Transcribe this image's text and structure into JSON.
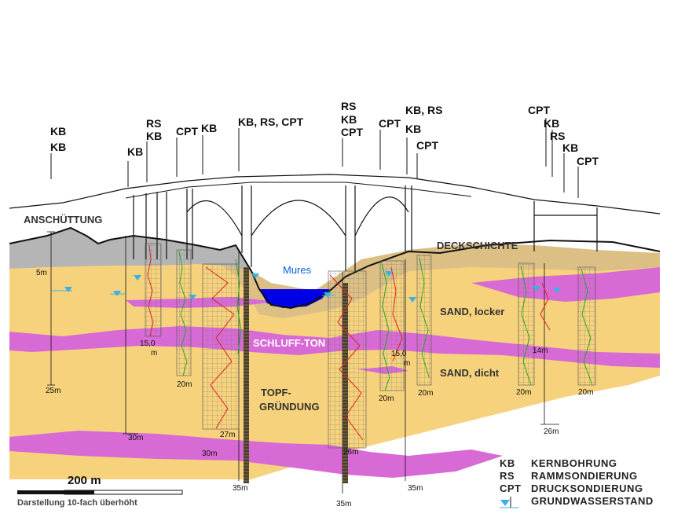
{
  "labels": {
    "anschuettung": "ANSCHÜTTUNG",
    "deckschichte": "DECKSCHICHTE",
    "mures": "Mures",
    "sand_locker": "SAND, locker",
    "schluff_ton": "SCHLUFF-TON",
    "sand_dicht": "SAND, dicht",
    "topf_1": "TOPF-",
    "topf_2": "GRÜNDUNG"
  },
  "boreholes": {
    "t1": "KB",
    "t2": "KB",
    "t3": "RS",
    "t4": "KB",
    "t5": "KB",
    "t6": "CPT",
    "t7": "KB",
    "t8": "KB, RS, CPT",
    "t9": "RS",
    "t10": "KB",
    "t11": "CPT",
    "t12": "CPT",
    "t13": "KB, RS",
    "t14": "KB",
    "t15": "CPT",
    "t16": "CPT",
    "t17": "KB",
    "t18": "RS",
    "t19": "KB",
    "t20": "CPT"
  },
  "depths": {
    "d1": "5m",
    "d2": "25m",
    "d3": "30m",
    "d4": "15,0",
    "d5": "m",
    "d6": "20m",
    "d7": "27m",
    "d8": "30m",
    "d9": "35m",
    "d10": "26m",
    "d11": "35m",
    "d12": "20m",
    "d13": "15,0",
    "d14": "m",
    "d15": "20m",
    "d16": "35m",
    "d17": "20m",
    "d18": "14m",
    "d19": "20m",
    "d20": "26m"
  },
  "scale": {
    "value": "200 m",
    "note": "Darstellung 10-fach überhöht"
  },
  "legend": [
    {
      "abbr": "KB",
      "text": "KERNBOHRUNG"
    },
    {
      "abbr": "RS",
      "text": "RAMMSONDIERUNG"
    },
    {
      "abbr": "CPT",
      "text": "DRUCKSONDIERUNG"
    },
    {
      "abbr": "",
      "text": "GRUNDWASSERSTAND"
    }
  ],
  "colors": {
    "sand": "#f7d27c",
    "clay": "#d86ad6",
    "fill": "#b5b5b5",
    "cover": "#dcbf85",
    "water": "#0000e6",
    "groundwater": "#3ab0e6"
  }
}
